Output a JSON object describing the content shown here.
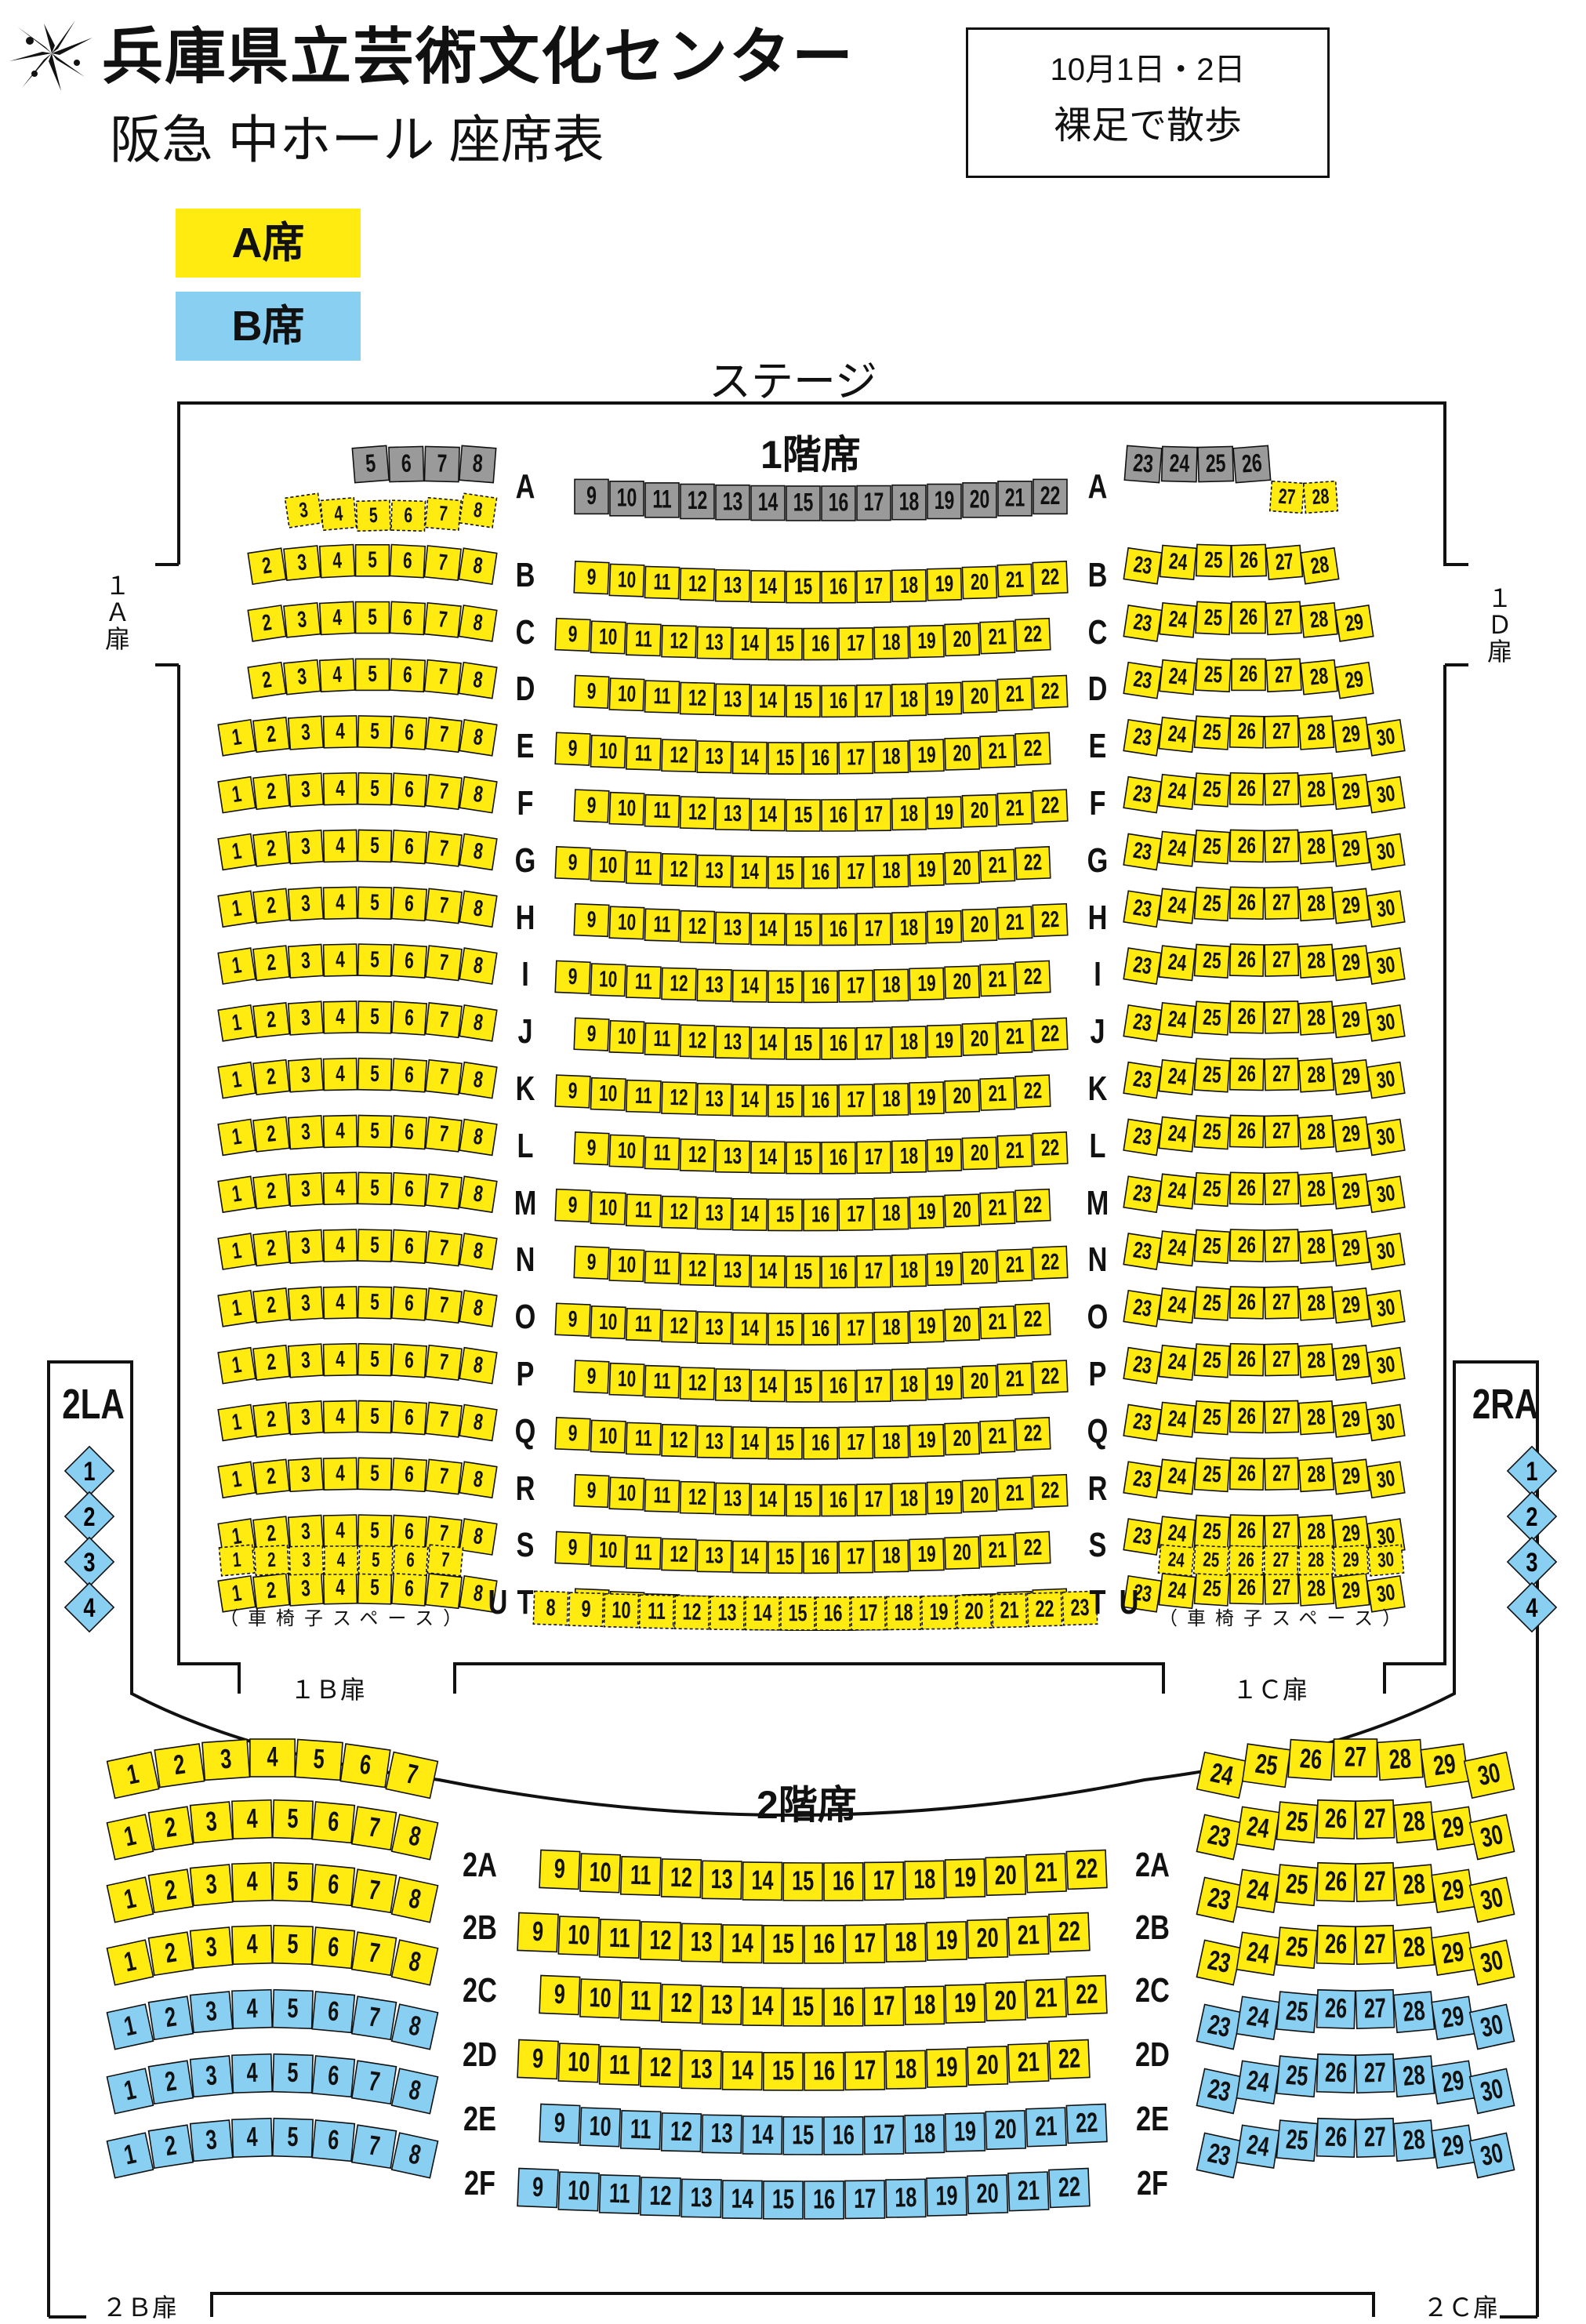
{
  "header": {
    "logo_icon": "sparkle-logo-icon",
    "title": "兵庫県立芸術文化センター",
    "subtitle": "阪急 中ホール 座席表"
  },
  "event": {
    "line1": "10月1日・2日",
    "line2": "裸足で散歩"
  },
  "legend": [
    {
      "label": "A席",
      "color": "#FFEB0F"
    },
    {
      "label": "B席",
      "color": "#88CFF2"
    }
  ],
  "colors": {
    "a_seat": "#FFEB0F",
    "b_seat": "#88CFF2",
    "closed_seat": "#9A9A9A",
    "line": "#111111"
  },
  "stage": {
    "label": "ステージ"
  },
  "floor1": {
    "label": "1階席",
    "rows": [
      {
        "row": "A",
        "left": [
          5,
          6,
          7,
          8
        ],
        "center": [
          9,
          10,
          11,
          12,
          13,
          14,
          15,
          16,
          17,
          18,
          19,
          20,
          21,
          22
        ],
        "right": [
          23,
          24,
          25,
          26
        ],
        "closed": true
      },
      {
        "row": "A",
        "left": [
          3,
          4,
          5,
          6,
          7,
          8
        ],
        "right": [
          27,
          28
        ],
        "extra": true
      },
      {
        "row": "B",
        "left": [
          2,
          3,
          4,
          5,
          6,
          7,
          8
        ],
        "center": [
          9,
          10,
          11,
          12,
          13,
          14,
          15,
          16,
          17,
          18,
          19,
          20,
          21,
          22
        ],
        "right": [
          23,
          24,
          25,
          26,
          27,
          28
        ]
      },
      {
        "row": "C",
        "left": [
          2,
          3,
          4,
          5,
          6,
          7,
          8
        ],
        "center": [
          9,
          10,
          11,
          12,
          13,
          14,
          15,
          16,
          17,
          18,
          19,
          20,
          21,
          22
        ],
        "right": [
          23,
          24,
          25,
          26,
          27,
          28,
          29
        ]
      },
      {
        "row": "D",
        "left": [
          2,
          3,
          4,
          5,
          6,
          7,
          8
        ],
        "center": [
          9,
          10,
          11,
          12,
          13,
          14,
          15,
          16,
          17,
          18,
          19,
          20,
          21,
          22
        ],
        "right": [
          23,
          24,
          25,
          26,
          27,
          28,
          29
        ]
      },
      {
        "row": "E",
        "left": [
          1,
          2,
          3,
          4,
          5,
          6,
          7,
          8
        ],
        "center": [
          9,
          10,
          11,
          12,
          13,
          14,
          15,
          16,
          17,
          18,
          19,
          20,
          21,
          22
        ],
        "right": [
          23,
          24,
          25,
          26,
          27,
          28,
          29,
          30
        ]
      },
      {
        "row": "F",
        "left": [
          1,
          2,
          3,
          4,
          5,
          6,
          7,
          8
        ],
        "center": [
          9,
          10,
          11,
          12,
          13,
          14,
          15,
          16,
          17,
          18,
          19,
          20,
          21,
          22
        ],
        "right": [
          23,
          24,
          25,
          26,
          27,
          28,
          29,
          30
        ]
      },
      {
        "row": "G",
        "left": [
          1,
          2,
          3,
          4,
          5,
          6,
          7,
          8
        ],
        "center": [
          9,
          10,
          11,
          12,
          13,
          14,
          15,
          16,
          17,
          18,
          19,
          20,
          21,
          22
        ],
        "right": [
          23,
          24,
          25,
          26,
          27,
          28,
          29,
          30
        ]
      },
      {
        "row": "H",
        "left": [
          1,
          2,
          3,
          4,
          5,
          6,
          7,
          8
        ],
        "center": [
          9,
          10,
          11,
          12,
          13,
          14,
          15,
          16,
          17,
          18,
          19,
          20,
          21,
          22
        ],
        "right": [
          23,
          24,
          25,
          26,
          27,
          28,
          29,
          30
        ]
      },
      {
        "row": "I",
        "left": [
          1,
          2,
          3,
          4,
          5,
          6,
          7,
          8
        ],
        "center": [
          9,
          10,
          11,
          12,
          13,
          14,
          15,
          16,
          17,
          18,
          19,
          20,
          21,
          22
        ],
        "right": [
          23,
          24,
          25,
          26,
          27,
          28,
          29,
          30
        ]
      },
      {
        "row": "J",
        "left": [
          1,
          2,
          3,
          4,
          5,
          6,
          7,
          8
        ],
        "center": [
          9,
          10,
          11,
          12,
          13,
          14,
          15,
          16,
          17,
          18,
          19,
          20,
          21,
          22
        ],
        "right": [
          23,
          24,
          25,
          26,
          27,
          28,
          29,
          30
        ]
      },
      {
        "row": "K",
        "left": [
          1,
          2,
          3,
          4,
          5,
          6,
          7,
          8
        ],
        "center": [
          9,
          10,
          11,
          12,
          13,
          14,
          15,
          16,
          17,
          18,
          19,
          20,
          21,
          22
        ],
        "right": [
          23,
          24,
          25,
          26,
          27,
          28,
          29,
          30
        ]
      },
      {
        "row": "L",
        "left": [
          1,
          2,
          3,
          4,
          5,
          6,
          7,
          8
        ],
        "center": [
          9,
          10,
          11,
          12,
          13,
          14,
          15,
          16,
          17,
          18,
          19,
          20,
          21,
          22
        ],
        "right": [
          23,
          24,
          25,
          26,
          27,
          28,
          29,
          30
        ]
      },
      {
        "row": "M",
        "left": [
          1,
          2,
          3,
          4,
          5,
          6,
          7,
          8
        ],
        "center": [
          9,
          10,
          11,
          12,
          13,
          14,
          15,
          16,
          17,
          18,
          19,
          20,
          21,
          22
        ],
        "right": [
          23,
          24,
          25,
          26,
          27,
          28,
          29,
          30
        ]
      },
      {
        "row": "N",
        "left": [
          1,
          2,
          3,
          4,
          5,
          6,
          7,
          8
        ],
        "center": [
          9,
          10,
          11,
          12,
          13,
          14,
          15,
          16,
          17,
          18,
          19,
          20,
          21,
          22
        ],
        "right": [
          23,
          24,
          25,
          26,
          27,
          28,
          29,
          30
        ]
      },
      {
        "row": "O",
        "left": [
          1,
          2,
          3,
          4,
          5,
          6,
          7,
          8
        ],
        "center": [
          9,
          10,
          11,
          12,
          13,
          14,
          15,
          16,
          17,
          18,
          19,
          20,
          21,
          22
        ],
        "right": [
          23,
          24,
          25,
          26,
          27,
          28,
          29,
          30
        ]
      },
      {
        "row": "P",
        "left": [
          1,
          2,
          3,
          4,
          5,
          6,
          7,
          8
        ],
        "center": [
          9,
          10,
          11,
          12,
          13,
          14,
          15,
          16,
          17,
          18,
          19,
          20,
          21,
          22
        ],
        "right": [
          23,
          24,
          25,
          26,
          27,
          28,
          29,
          30
        ]
      },
      {
        "row": "Q",
        "left": [
          1,
          2,
          3,
          4,
          5,
          6,
          7,
          8
        ],
        "center": [
          9,
          10,
          11,
          12,
          13,
          14,
          15,
          16,
          17,
          18,
          19,
          20,
          21,
          22
        ],
        "right": [
          23,
          24,
          25,
          26,
          27,
          28,
          29,
          30
        ]
      },
      {
        "row": "R",
        "left": [
          1,
          2,
          3,
          4,
          5,
          6,
          7,
          8
        ],
        "center": [
          9,
          10,
          11,
          12,
          13,
          14,
          15,
          16,
          17,
          18,
          19,
          20,
          21,
          22
        ],
        "right": [
          23,
          24,
          25,
          26,
          27,
          28,
          29,
          30
        ]
      },
      {
        "row": "S",
        "left": [
          1,
          2,
          3,
          4,
          5,
          6,
          7,
          8
        ],
        "center": [
          9,
          10,
          11,
          12,
          13,
          14,
          15,
          16,
          17,
          18,
          19,
          20,
          21,
          22
        ],
        "right": [
          23,
          24,
          25,
          26,
          27,
          28,
          29,
          30
        ]
      },
      {
        "row": "T",
        "left": [
          1,
          2,
          3,
          4,
          5,
          6,
          7,
          8
        ],
        "center": [
          9,
          10,
          11,
          12,
          13,
          14,
          15,
          16,
          17,
          18,
          19,
          20,
          21,
          22
        ],
        "right": [
          23,
          24,
          25,
          26,
          27,
          28,
          29,
          30
        ]
      }
    ],
    "row_u": {
      "row": "U",
      "left": [
        1,
        2,
        3,
        4,
        5,
        6,
        7
      ],
      "center": [
        8,
        9,
        10,
        11,
        12,
        13,
        14,
        15,
        16,
        17,
        18,
        19,
        20,
        21,
        22,
        23
      ],
      "right": [
        24,
        25,
        26,
        27,
        28,
        29,
        30
      ],
      "wheelchair_note": "（車椅子スペース）"
    },
    "doors": {
      "d1a": "１\nＡ\n扉",
      "d1d": "１\nＤ\n扉",
      "d1b": "１Ｂ扉",
      "d1c": "１Ｃ扉"
    }
  },
  "floor2": {
    "label": "2階席",
    "rows": [
      {
        "row": "",
        "left": [
          1,
          2,
          3,
          4,
          5,
          6,
          7
        ],
        "right": [
          24,
          25,
          26,
          27,
          28,
          29,
          30
        ],
        "extra": true
      },
      {
        "row": "2A",
        "left": [
          1,
          2,
          3,
          4,
          5,
          6,
          7,
          8
        ],
        "center": [
          9,
          10,
          11,
          12,
          13,
          14,
          15,
          16,
          17,
          18,
          19,
          20,
          21,
          22
        ],
        "right": [
          23,
          24,
          25,
          26,
          27,
          28,
          29,
          30
        ],
        "class": "A"
      },
      {
        "row": "2B",
        "left": [
          1,
          2,
          3,
          4,
          5,
          6,
          7,
          8
        ],
        "center": [
          9,
          10,
          11,
          12,
          13,
          14,
          15,
          16,
          17,
          18,
          19,
          20,
          21,
          22
        ],
        "right": [
          23,
          24,
          25,
          26,
          27,
          28,
          29,
          30
        ],
        "class": "A"
      },
      {
        "row": "2C",
        "left": [
          1,
          2,
          3,
          4,
          5,
          6,
          7,
          8
        ],
        "center": [
          9,
          10,
          11,
          12,
          13,
          14,
          15,
          16,
          17,
          18,
          19,
          20,
          21,
          22
        ],
        "right": [
          23,
          24,
          25,
          26,
          27,
          28,
          29,
          30
        ],
        "class": "A"
      },
      {
        "row": "2D",
        "left": [
          1,
          2,
          3,
          4,
          5,
          6,
          7,
          8
        ],
        "center": [
          9,
          10,
          11,
          12,
          13,
          14,
          15,
          16,
          17,
          18,
          19,
          20,
          21,
          22
        ],
        "right": [
          23,
          24,
          25,
          26,
          27,
          28,
          29,
          30
        ],
        "class": "mixed"
      },
      {
        "row": "2E",
        "left": [
          1,
          2,
          3,
          4,
          5,
          6,
          7,
          8
        ],
        "center": [
          9,
          10,
          11,
          12,
          13,
          14,
          15,
          16,
          17,
          18,
          19,
          20,
          21,
          22
        ],
        "right": [
          23,
          24,
          25,
          26,
          27,
          28,
          29,
          30
        ],
        "class": "B"
      },
      {
        "row": "2F",
        "left": [
          1,
          2,
          3,
          4,
          5,
          6,
          7,
          8
        ],
        "center": [
          9,
          10,
          11,
          12,
          13,
          14,
          15,
          16,
          17,
          18,
          19,
          20,
          21,
          22
        ],
        "right": [
          23,
          24,
          25,
          26,
          27,
          28,
          29,
          30
        ],
        "class": "B"
      }
    ],
    "box_left": {
      "label": "2LA",
      "seats": [
        1,
        2,
        3,
        4
      ]
    },
    "box_right": {
      "label": "2RA",
      "seats": [
        1,
        2,
        3,
        4
      ]
    },
    "doors": {
      "d2b": "２Ｂ扉",
      "d2c": "２Ｃ扉"
    }
  }
}
